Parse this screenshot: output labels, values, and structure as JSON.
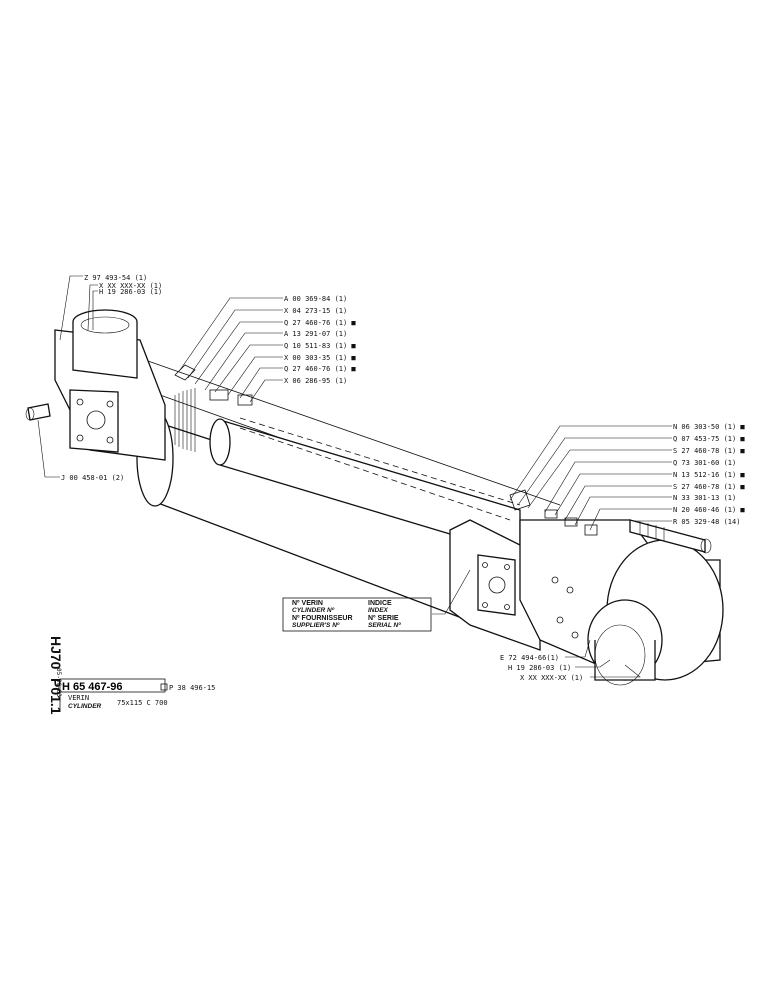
{
  "parts_left": [
    "Z 97 493-54 (1)",
    "X XX XXX-XX (1)",
    "H 19 286-03 (1)",
    "J 00 458-01 (2)"
  ],
  "parts_top": [
    "A 00 369-84 (1)",
    "X 04 273-15 (1)",
    "Q 27 460-76 (1) ■",
    "A 13 291-07 (1)",
    "Q 10 511-83 (1) ■",
    "X 00 303-35 (1) ■",
    "Q 27 460-76 (1) ■",
    "X 06 286-95 (1)"
  ],
  "parts_right": [
    "N 06 303-50 (1) ■",
    "Q 07 453-75 (1) ■",
    "S 27 460-78 (1) ■",
    "Q 73 301-60 (1)",
    "N 13 512-16 (1) ■",
    "S 27 460-78 (1) ■",
    "N 33 301-13 (1)",
    "N 20 460-46 (1) ■",
    "R 05 329-48 (14)"
  ],
  "parts_bottom": [
    "E 72 494-66(1)",
    "H 19 286-03 (1)",
    "X XX XXX-XX (1)"
  ],
  "info_box": {
    "verin_fr": "Nº VERIN",
    "verin_en": "CYLINDER Nº",
    "indice_fr": "INDICE",
    "indice_en": "INDEX",
    "fournisseur_fr": "Nº FOURNISSEUR",
    "fournisseur_en": "SUPPLIER'S Nº",
    "serie_fr": "Nº SERIE",
    "serie_en": "SERIAL Nº"
  },
  "title_block": {
    "section_code": "HJ70",
    "page_code": "P01.1",
    "date": "05-06-83",
    "part_number": "H 65 467-96",
    "ref": "P 38 496-15",
    "name_fr": "VERIN",
    "name_en": "CYLINDER",
    "spec": "75x115  C 700"
  }
}
